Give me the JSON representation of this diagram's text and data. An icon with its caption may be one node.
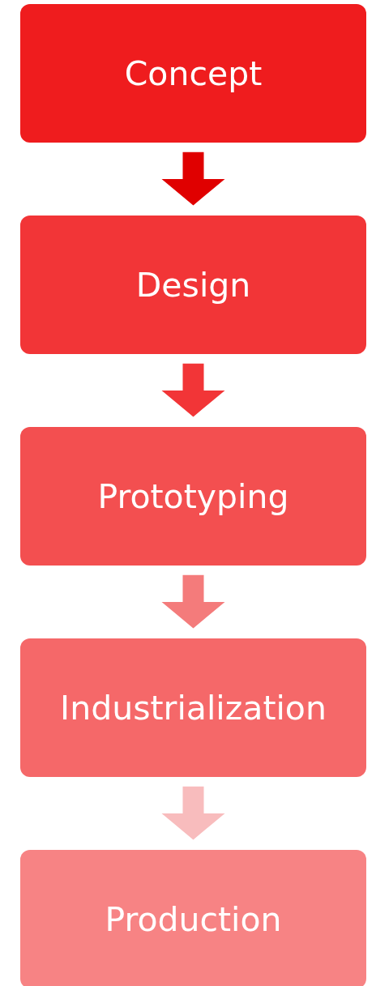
{
  "diagram": {
    "nodes": [
      {
        "text": [
          "Concept"
        ]
      },
      {
        "text": [
          "Design"
        ]
      },
      {
        "text": [
          "Prototyping"
        ]
      },
      {
        "text": [
          "Industrialization"
        ]
      },
      {
        "text": [
          "Production"
        ]
      }
    ],
    "edges": [
      {
        "from": 0,
        "to": 1,
        "arrow": "to",
        "color": "#e00000"
      },
      {
        "from": 1,
        "to": 2,
        "arrow": "to",
        "color": "#f23537"
      },
      {
        "from": 2,
        "to": 3,
        "arrow": "to",
        "color": "#f47b7b"
      },
      {
        "from": 3,
        "to": 4,
        "arrow": "to",
        "color": "#f8bcbd"
      }
    ]
  }
}
